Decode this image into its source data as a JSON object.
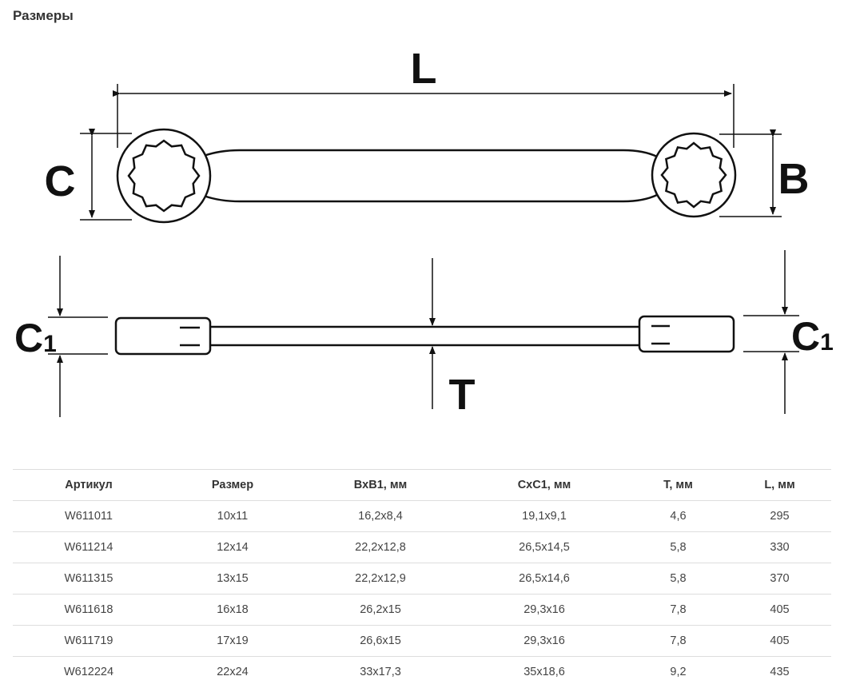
{
  "title": "Размеры",
  "diagram": {
    "labels": {
      "L": "L",
      "C": "C",
      "B": "B",
      "C1_main": "C",
      "C1_sub": "1",
      "T": "T"
    }
  },
  "table": {
    "headers": [
      "Артикул",
      "Размер",
      "BxB1, мм",
      "CxC1, мм",
      "T, мм",
      "L, мм"
    ],
    "rows": [
      [
        "W611011",
        "10x11",
        "16,2x8,4",
        "19,1x9,1",
        "4,6",
        "295"
      ],
      [
        "W611214",
        "12x14",
        "22,2x12,8",
        "26,5x14,5",
        "5,8",
        "330"
      ],
      [
        "W611315",
        "13x15",
        "22,2x12,9",
        "26,5x14,6",
        "5,8",
        "370"
      ],
      [
        "W611618",
        "16x18",
        "26,2x15",
        "29,3x16",
        "7,8",
        "405"
      ],
      [
        "W611719",
        "17x19",
        "26,6x15",
        "29,3x16",
        "7,8",
        "405"
      ],
      [
        "W612224",
        "22x24",
        "33x17,3",
        "35x18,6",
        "9,2",
        "435"
      ]
    ]
  }
}
